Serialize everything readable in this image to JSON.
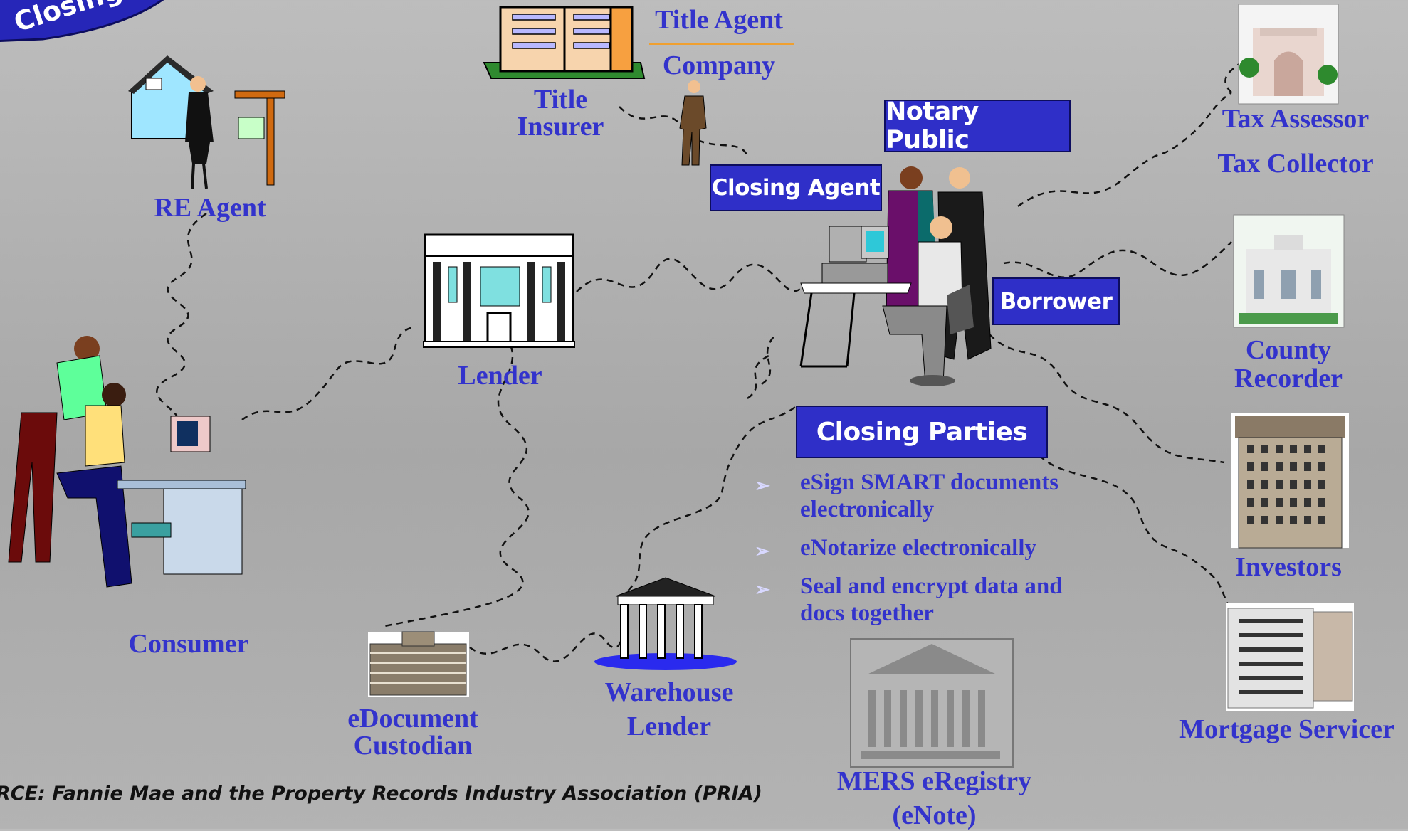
{
  "banner": {
    "text": "Closing"
  },
  "labels": {
    "title_agent": "Title Agent",
    "title_company": "Company",
    "title_insurer_1": "Title",
    "title_insurer_2": "Insurer",
    "re_agent": "RE Agent",
    "lender": "Lender",
    "consumer": "Consumer",
    "edoc_1": "eDocument",
    "edoc_2": "Custodian",
    "warehouse_1": "Warehouse",
    "warehouse_2": "Lender",
    "mers_1": "MERS eRegistry",
    "mers_2": "(eNote)",
    "tax_assessor": "Tax Assessor",
    "tax_collector": "Tax Collector",
    "county_1": "County",
    "county_2": "Recorder",
    "investors": "Investors",
    "mortgage_servicer": "Mortgage Servicer"
  },
  "boxes": {
    "notary_public": "Notary Public",
    "closing_agent": "Closing Agent",
    "borrower": "Borrower",
    "closing_parties": "Closing Parties"
  },
  "bullets": [
    "eSign SMART documents electronically",
    "eNotarize electronically",
    "Seal and encrypt data and docs together"
  ],
  "source": "RCE:  Fannie Mae and the Property Records Industry Association (PRIA)",
  "colors": {
    "label": "#3333cc",
    "box_fill": "#2f2fc8",
    "banner": "#2626b8"
  }
}
